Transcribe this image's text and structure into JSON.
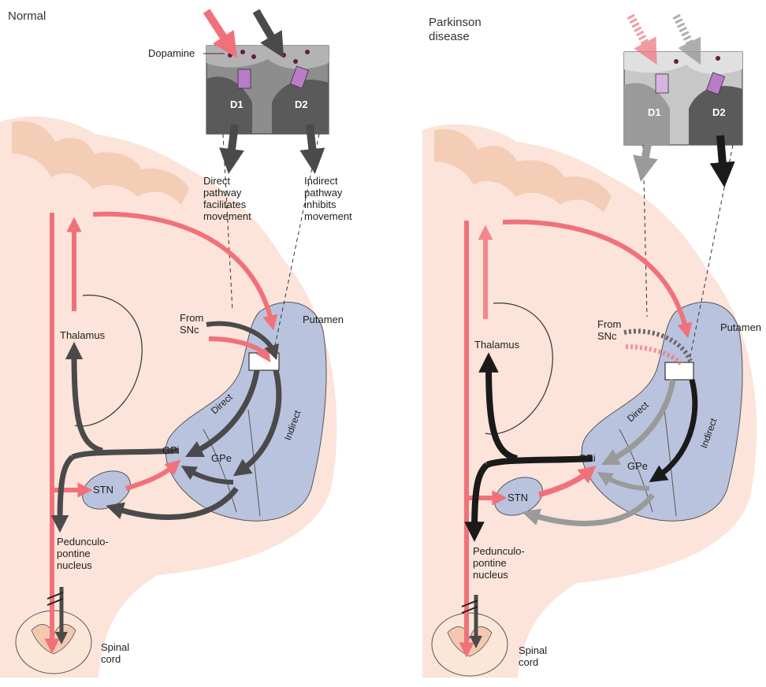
{
  "panels": [
    {
      "title": "Normal",
      "inset": {
        "dopamine_label": "Dopamine",
        "receptor_left": "D1",
        "receptor_right": "D2",
        "direct_caption": "Direct\npathway\nfacilitates\nmovement",
        "indirect_caption": "Indirect\npathway\ninhibits\nmovement"
      },
      "labels": {
        "thalamus": "Thalamus",
        "from_snc": "From\nSNc",
        "putamen": "Putamen",
        "direct": "Direct",
        "indirect": "Indirect",
        "gpi": "GPi",
        "gpe": "GPe",
        "stn": "STN",
        "ppn": "Pedunculo-\npontine\nnucleus",
        "spinal_cord": "Spinal\ncord"
      }
    },
    {
      "title": "Parkinson\ndisease",
      "inset": {
        "dopamine_label": "",
        "receptor_left": "D1",
        "receptor_right": "D2",
        "direct_caption": "",
        "indirect_caption": ""
      },
      "labels": {
        "thalamus": "Thalamus",
        "from_snc": "From\nSNc",
        "putamen": "Putamen",
        "direct": "Direct",
        "indirect": "Indirect",
        "gpi": "GPi",
        "gpe": "GPe",
        "stn": "STN",
        "ppn": "Pedunculo-\npontine\nnucleus",
        "spinal_cord": "Spinal\ncord"
      }
    }
  ],
  "colors": {
    "excitatory_pink": "#f0717a",
    "inhibitory_dark": "#4a4a4a",
    "weakened_gray": "#9a9a9a",
    "strong_black": "#1a1a1a",
    "nucleus_blue": "#b9c3dd",
    "brain_tissue": "#fce4da",
    "cortex_tan": "#f2c9b0",
    "dopamine_dot": "#6a1a4a",
    "receptor_violet": "#b87dc6"
  }
}
